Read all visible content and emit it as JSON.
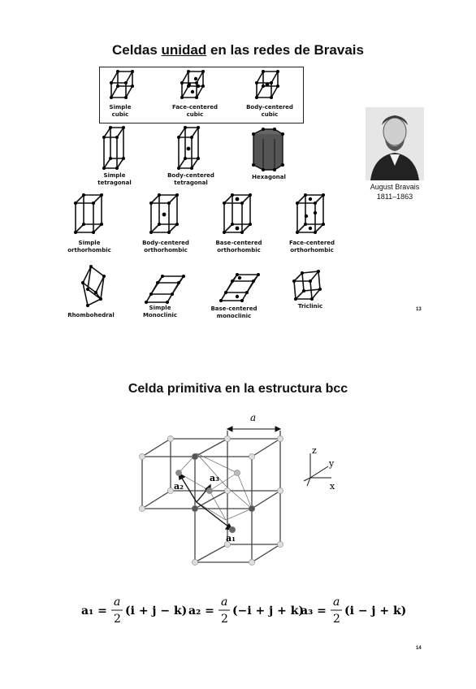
{
  "slide1": {
    "title_prefix": "Celdas ",
    "title_underlined": "unidad",
    "title_suffix": " en las redes de Bravais",
    "cells": {
      "simple_cubic": [
        "Simple",
        "cubic"
      ],
      "face_centered_cubic": [
        "Face-centered",
        "cubic"
      ],
      "body_centered_cubic": [
        "Body-centered",
        "cubic"
      ],
      "simple_tetragonal": [
        "Simple",
        "tetragonal"
      ],
      "body_centered_tetragonal": [
        "Body-centered",
        "tetragonal"
      ],
      "hexagonal": [
        "Hexagonal"
      ],
      "simple_orthorhombic": [
        "Simple",
        "orthorhombic"
      ],
      "body_centered_orthorhombic": [
        "Body-centered",
        "orthorhombic"
      ],
      "base_centered_orthorhombic": [
        "Base-centered",
        "orthorhombic"
      ],
      "face_centered_orthorhombic": [
        "Face-centered",
        "orthorhombic"
      ],
      "rhombohedral": [
        "Rhombohedral"
      ],
      "simple_monoclinic": [
        "Simple",
        "Monoclinic"
      ],
      "base_centered_monoclinic": [
        "Base-centered",
        "monoclinic"
      ],
      "triclinic": [
        "Triclinic"
      ]
    },
    "portrait_caption_name": "August Bravais",
    "portrait_caption_years": "1811–1863",
    "page_number": "13"
  },
  "slide2": {
    "title": "Celda primitiva en la estructura bcc",
    "lattice_label_a": "a",
    "vector_labels": {
      "a1": "a₁",
      "a2": "a₂",
      "a3": "a₃"
    },
    "axes": {
      "z": "z",
      "y": "y",
      "x": "x"
    },
    "formulas": {
      "f1_lhs": "a₁ =",
      "f1_rhs": "(i + j − k)",
      "f2_lhs": "a₂ =",
      "f2_rhs": "(−i + j + k)",
      "f3_lhs": "a₃ =",
      "f3_rhs": "(i − j + k)",
      "frac_num": "a",
      "frac_den": "2"
    },
    "page_number": "14"
  }
}
